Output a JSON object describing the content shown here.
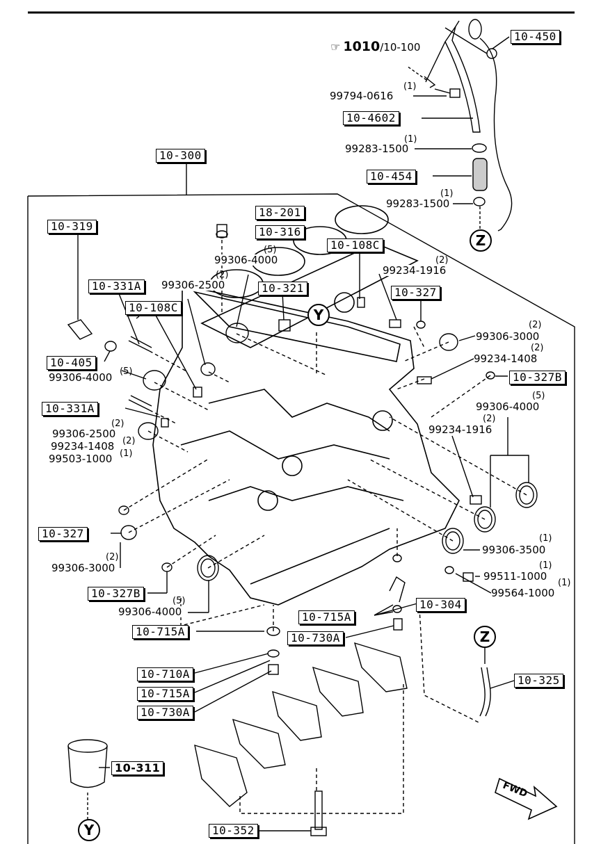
{
  "reference": {
    "icon": "hand-pointer-icon",
    "main": "1010",
    "sub": "/10-100"
  },
  "fwd_label": "FWD",
  "circle_refs": {
    "z": "Z",
    "y": "Y"
  },
  "boxed": {
    "b10_450": "10-450",
    "b10_4602": "10-4602",
    "b10_454": "10-454",
    "b10_300": "10-300",
    "b18_201": "18-201",
    "b10_316": "10-316",
    "b10_319": "10-319",
    "b10_108c_top": "10-108C",
    "b10_331a_1": "10-331A",
    "b10_321": "10-321",
    "b10_327_top": "10-327",
    "b10_108c": "10-108C",
    "b10_405": "10-405",
    "b10_327b_r": "10-327B",
    "b10_331a_2": "10-331A",
    "b10_327_left": "10-327",
    "b10_327b_l": "10-327B",
    "b10_304": "10-304",
    "b10_715a_r": "10-715A",
    "b10_715a_l": "10-715A",
    "b10_730a_r": "10-730A",
    "b10_710a": "10-710A",
    "b10_715a_2": "10-715A",
    "b10_730a_2": "10-730A",
    "b10_325": "10-325",
    "b10_311": "10-311",
    "b10_352": "10-352"
  },
  "parts": {
    "p99794": "99794-0616",
    "q99794": "(1)",
    "p99283a": "99283-1500",
    "q99283a": "(1)",
    "p99283b": "99283-1500",
    "q99283b": "(1)",
    "p99306_4000_top": "99306-4000",
    "q99306_4000_top": "(5)",
    "p99306_2500_top": "99306-2500",
    "q99306_2500_top": "(2)",
    "p99234_1916_top": "99234-1916",
    "q99234_1916_top": "(2)",
    "p99306_3000_r": "99306-3000",
    "q99306_3000_r": "(2)",
    "p99234_1408_r": "99234-1408",
    "q99234_1408_r": "(2)",
    "p99306_4000_l": "99306-4000",
    "q99306_4000_l": "(5)",
    "p99306_4000_r": "99306-4000",
    "q99306_4000_r": "(5)",
    "p99306_2500_l": "99306-2500",
    "q99306_2500_l": "(2)",
    "p99234_1916_r": "99234-1916",
    "q99234_1916_r": "(2)",
    "p99234_1408_l": "99234-1408",
    "q99234_1408_l": "(2)",
    "p99503": "99503-1000",
    "q99503": "(1)",
    "p99306_3500": "99306-3500",
    "q99306_3500": "(1)",
    "p99306_3000_l": "99306-3000",
    "q99306_3000_l": "(2)",
    "p99511": "99511-1000",
    "q99511": "(1)",
    "p99564": "99564-1000",
    "q99564": "(1)",
    "p99306_4000_bl": "99306-4000",
    "q99306_4000_bl": "(5)"
  }
}
